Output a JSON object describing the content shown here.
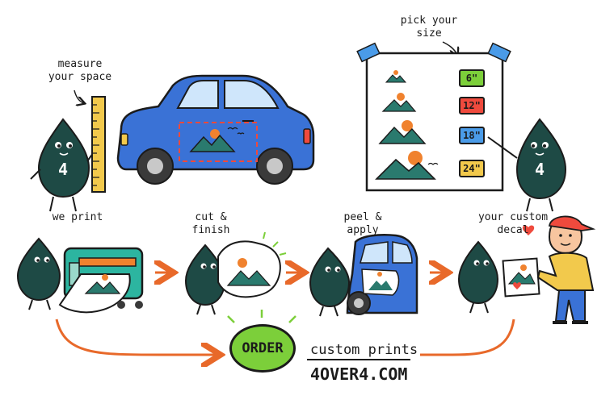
{
  "colors": {
    "mascot": "#1e4a45",
    "car": "#3a72d6",
    "accent_orange": "#e8692a",
    "order_green": "#7ccf3a",
    "ruler": "#f2c94c",
    "mountain": "#2a7a6e",
    "sun": "#f0822e"
  },
  "top": {
    "measure_label": "measure\nyour space",
    "mascot_number": "4",
    "pick_label": "pick your\nsize",
    "sizes": [
      {
        "label": "6\"",
        "color": "#7ccf3a"
      },
      {
        "label": "12\"",
        "color": "#ef4a3d"
      },
      {
        "label": "18\"",
        "color": "#4a9be8"
      },
      {
        "label": "24\"",
        "color": "#f2c94c"
      }
    ]
  },
  "steps": [
    {
      "label": "we print"
    },
    {
      "label": "cut &\nfinish"
    },
    {
      "label": "peel &\napply"
    },
    {
      "label": "your custom\ndecal"
    }
  ],
  "cta": {
    "button_label": "ORDER",
    "tagline": "custom prints",
    "url": "4OVER4.COM"
  }
}
